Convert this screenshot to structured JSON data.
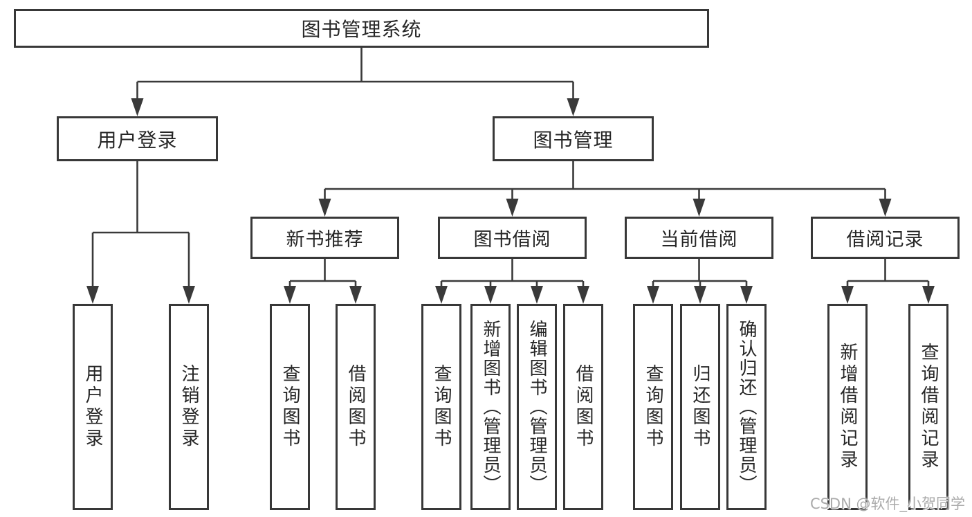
{
  "colors": {
    "background": "#ffffff",
    "box_border": "#383838",
    "connector": "#3a3a3a",
    "text": "#262626",
    "watermark": "#ababab"
  },
  "watermark": {
    "text": "CSDN @软件_小贺同学"
  },
  "diagram": {
    "type": "tree",
    "root": {
      "label": "图书管理系统",
      "children": [
        {
          "label": "用户登录",
          "children": [
            {
              "label": "用户登录"
            },
            {
              "label": "注销登录"
            }
          ]
        },
        {
          "label": "图书管理",
          "children": [
            {
              "label": "新书推荐",
              "children": [
                {
                  "label": "查询图书"
                },
                {
                  "label": "借阅图书"
                }
              ]
            },
            {
              "label": "图书借阅",
              "children": [
                {
                  "label": "查询图书"
                },
                {
                  "label": "新增图书（管理员）"
                },
                {
                  "label": "编辑图书（管理员）"
                },
                {
                  "label": "借阅图书"
                }
              ]
            },
            {
              "label": "当前借阅",
              "children": [
                {
                  "label": "查询图书"
                },
                {
                  "label": "归还图书"
                },
                {
                  "label": "确认归还（管理员）"
                }
              ]
            },
            {
              "label": "借阅记录",
              "children": [
                {
                  "label": "新增借阅记录"
                },
                {
                  "label": "查询借阅记录"
                }
              ]
            }
          ]
        }
      ]
    }
  }
}
